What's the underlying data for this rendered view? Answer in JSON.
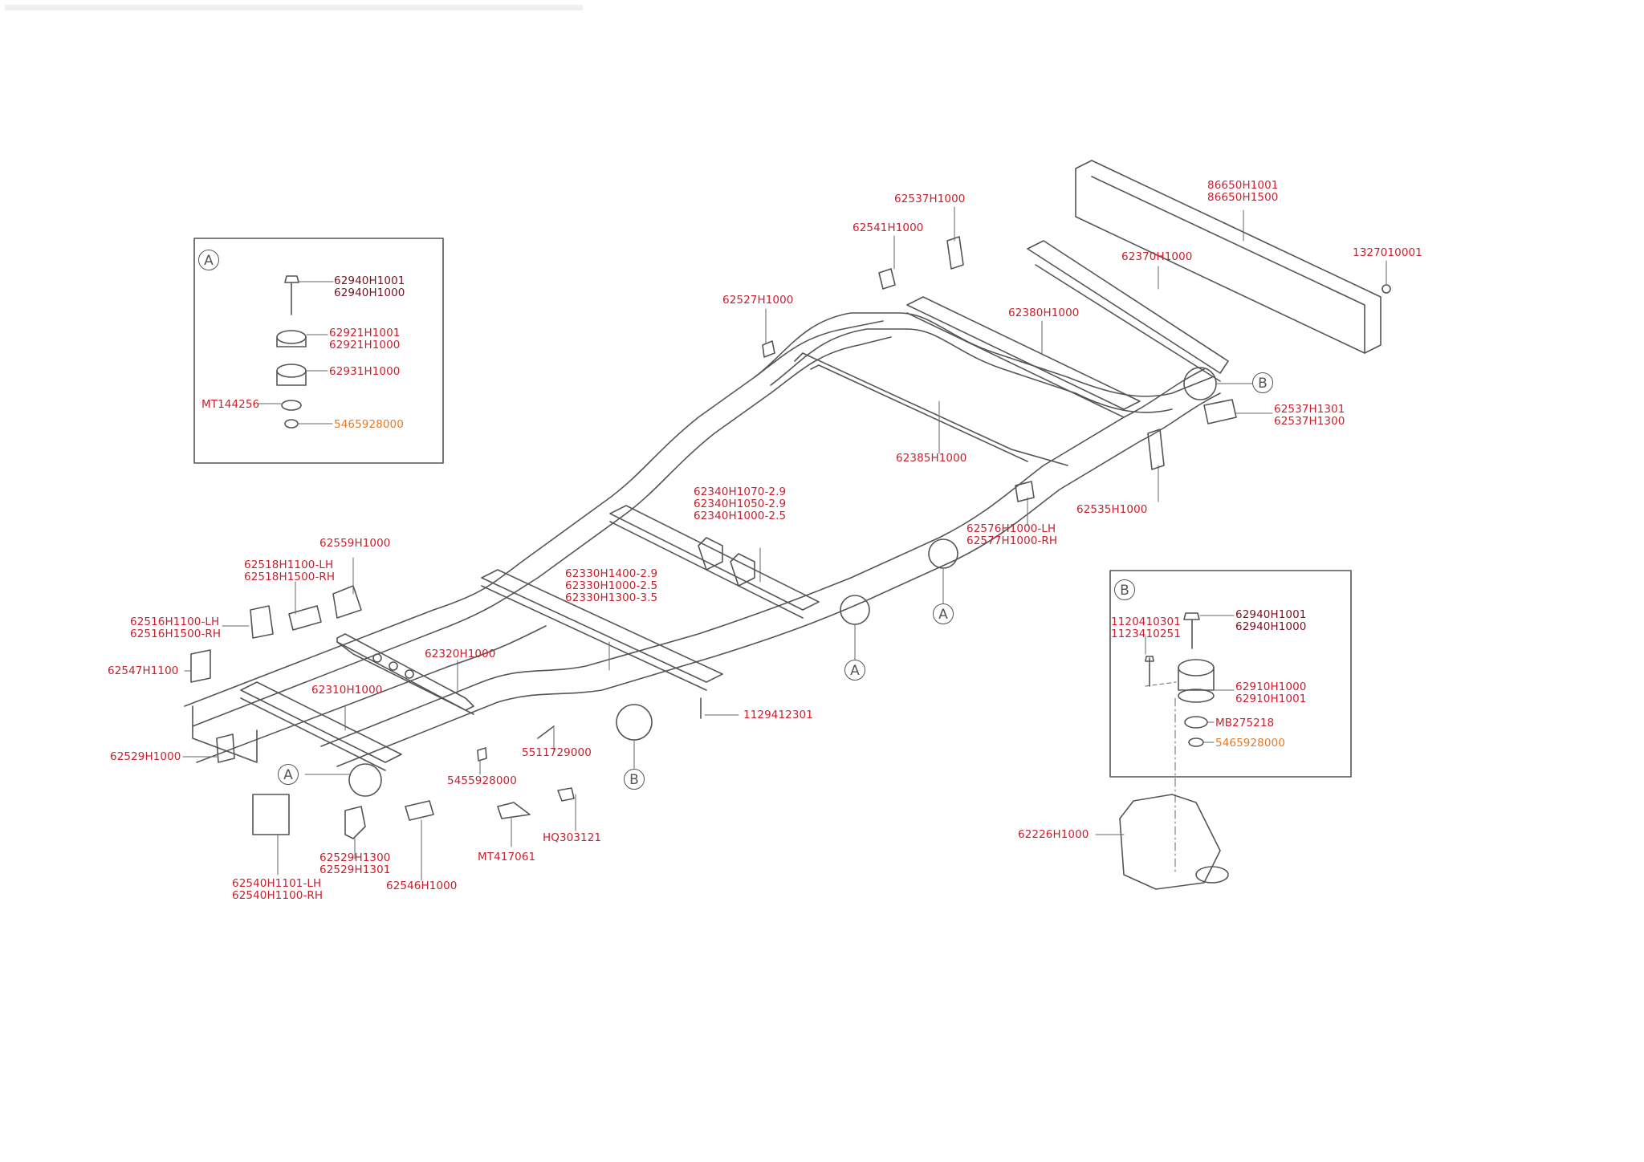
{
  "diagram": {
    "kind": "chassis frame exploded parts diagram",
    "colors": {
      "label": "#c8202e",
      "label_dark": "#7a1024",
      "label_orange": "#e07a2a",
      "line_art": "#555555"
    },
    "detail_A": {
      "callout": "A",
      "parts": [
        {
          "lines": [
            "62940H1001",
            "62940H1000"
          ],
          "style": "dark"
        },
        {
          "lines": [
            "62921H1001",
            "62921H1000"
          ],
          "style": "red"
        },
        {
          "lines": [
            "62931H1000"
          ],
          "style": "red"
        },
        {
          "lines": [
            "MT144256"
          ],
          "style": "red"
        },
        {
          "lines": [
            "5465928000"
          ],
          "style": "orange"
        }
      ]
    },
    "detail_B": {
      "callout": "B",
      "parts": [
        {
          "lines": [
            "62940H1001",
            "62940H1000"
          ],
          "style": "dark"
        },
        {
          "lines": [
            "1120410301",
            "1123410251"
          ],
          "style": "red"
        },
        {
          "lines": [
            "62910H1000",
            "62910H1001"
          ],
          "style": "red"
        },
        {
          "lines": [
            "MB275218"
          ],
          "style": "red"
        },
        {
          "lines": [
            "5465928000"
          ],
          "style": "orange"
        }
      ]
    },
    "main_labels": [
      {
        "id": "p62537h1000",
        "lines": [
          "62537H1000"
        ]
      },
      {
        "id": "p62541h1000",
        "lines": [
          "62541H1000"
        ]
      },
      {
        "id": "p86650",
        "lines": [
          "86650H1001",
          "86650H1500"
        ]
      },
      {
        "id": "p1327010001",
        "lines": [
          "1327010001"
        ]
      },
      {
        "id": "p62370h1000",
        "lines": [
          "62370H1000"
        ]
      },
      {
        "id": "p62527h1000",
        "lines": [
          "62527H1000"
        ]
      },
      {
        "id": "p62380h1000",
        "lines": [
          "62380H1000"
        ]
      },
      {
        "id": "p62537h1301",
        "lines": [
          "62537H1301",
          "62537H1300"
        ]
      },
      {
        "id": "p62385h1000",
        "lines": [
          "62385H1000"
        ]
      },
      {
        "id": "p62535h1000",
        "lines": [
          "62535H1000"
        ]
      },
      {
        "id": "p62576",
        "lines": [
          "62576H1000-LH",
          "62577H1000-RH"
        ]
      },
      {
        "id": "p62340",
        "lines": [
          "62340H1070-2.9",
          "62340H1050-2.9",
          "62340H1000-2.5"
        ]
      },
      {
        "id": "p62559h1000",
        "lines": [
          "62559H1000"
        ]
      },
      {
        "id": "p62518",
        "lines": [
          "62518H1100-LH",
          "62518H1500-RH"
        ]
      },
      {
        "id": "p62330",
        "lines": [
          "62330H1400-2.9",
          "62330H1000-2.5",
          "62330H1300-3.5"
        ]
      },
      {
        "id": "p62516",
        "lines": [
          "62516H1100-LH",
          "62516H1500-RH"
        ]
      },
      {
        "id": "p62547h1100",
        "lines": [
          "62547H1100"
        ]
      },
      {
        "id": "p62320h1000",
        "lines": [
          "62320H1000"
        ]
      },
      {
        "id": "p62310h1000",
        "lines": [
          "62310H1000"
        ]
      },
      {
        "id": "p1129412301",
        "lines": [
          "1129412301"
        ]
      },
      {
        "id": "p62529h1000",
        "lines": [
          "62529H1000"
        ]
      },
      {
        "id": "p5511729000",
        "lines": [
          "5511729000"
        ]
      },
      {
        "id": "p5455928000",
        "lines": [
          "5455928000"
        ]
      },
      {
        "id": "p62226h1000",
        "lines": [
          "62226H1000"
        ]
      },
      {
        "id": "phq303121",
        "lines": [
          "HQ303121"
        ]
      },
      {
        "id": "pmt417061",
        "lines": [
          "MT417061"
        ]
      },
      {
        "id": "p62529h1300",
        "lines": [
          "62529H1300",
          "62529H1301"
        ]
      },
      {
        "id": "p62546h1000",
        "lines": [
          "62546H1000"
        ]
      },
      {
        "id": "p62540",
        "lines": [
          "62540H1101-LH",
          "62540H1100-RH"
        ]
      }
    ],
    "callouts": [
      "A",
      "A",
      "A",
      "A",
      "B",
      "B"
    ]
  }
}
